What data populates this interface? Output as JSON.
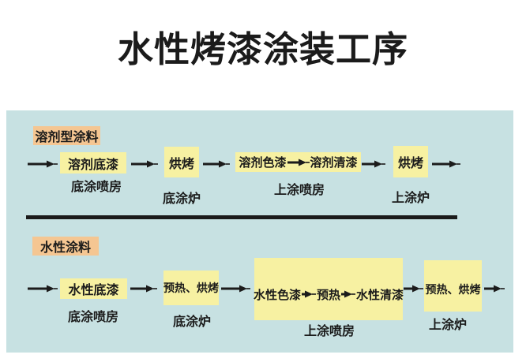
{
  "title": "水性烤漆涂装工序",
  "colors": {
    "page_bg": "#ffffff",
    "panel_bg": "#c7e1e2",
    "box_yellow": "#f7f1a2",
    "label_orange": "#f5c692",
    "ink": "#1b1b1b"
  },
  "solvent_row": {
    "category_label": "溶剂型涂料",
    "primer": "溶剂底漆",
    "primer_station": "底涂喷房",
    "bake1": "烘烤",
    "bake1_station": "底涂炉",
    "basecoat": "溶剂色漆",
    "clearcoat": "溶剂清漆",
    "topcoat_station": "上涂喷房",
    "bake2": "烘烤",
    "bake2_station": "上涂炉"
  },
  "water_row": {
    "category_label": "水性涂料",
    "primer": "水性底漆",
    "primer_station": "底涂喷房",
    "bake1": "预热、烘烤",
    "bake1_station": "底涂炉",
    "basecoat": "水性色漆",
    "preheat": "预热",
    "clearcoat": "水性清漆",
    "topcoat_station": "上涂喷房",
    "bake2": "预热、烘烤",
    "bake2_station": "上涂炉"
  }
}
